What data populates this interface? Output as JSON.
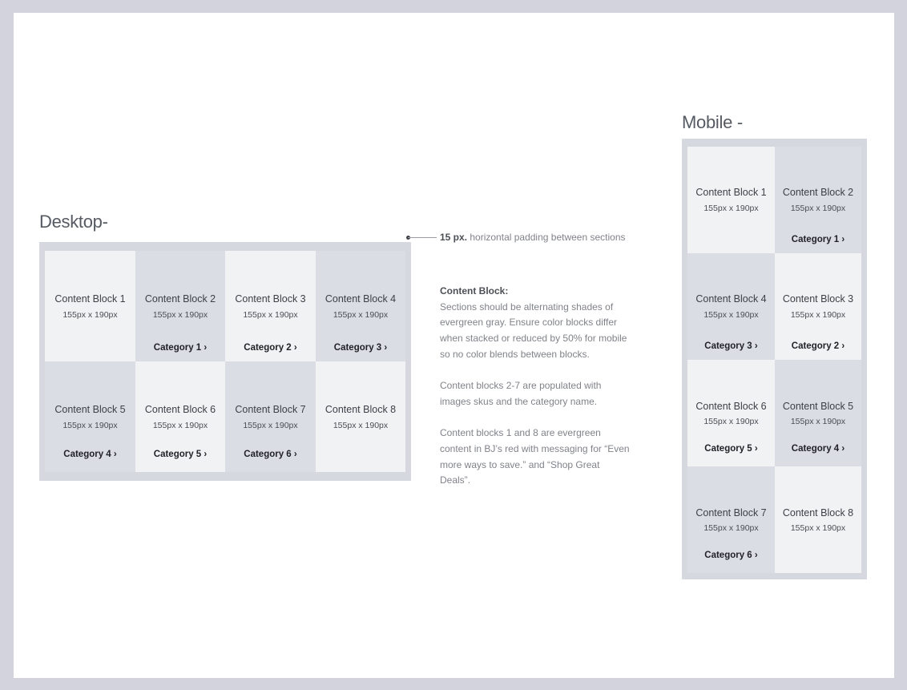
{
  "desktop": {
    "heading": "Desktop-",
    "blocks": [
      {
        "title": "Content Block 1",
        "size": "155px x 190px",
        "category": ""
      },
      {
        "title": "Content Block 2",
        "size": "155px x 190px",
        "category": "Category 1 ›"
      },
      {
        "title": "Content Block 3",
        "size": "155px x 190px",
        "category": "Category 2 ›"
      },
      {
        "title": "Content Block 4",
        "size": "155px x 190px",
        "category": "Category 3 ›"
      },
      {
        "title": "Content Block 5",
        "size": "155px x 190px",
        "category": "Category 4 ›"
      },
      {
        "title": "Content Block 6",
        "size": "155px x 190px",
        "category": "Category 5 ›"
      },
      {
        "title": "Content Block 7",
        "size": "155px x 190px",
        "category": "Category 6 ›"
      },
      {
        "title": "Content Block 8",
        "size": "155px x 190px",
        "category": ""
      }
    ]
  },
  "mobile": {
    "heading": "Mobile -",
    "blocks": [
      {
        "title": "Content Block 1",
        "size": "155px x 190px",
        "category": ""
      },
      {
        "title": "Content Block 2",
        "size": "155px x 190px",
        "category": "Category 1 ›"
      },
      {
        "title": "Content Block 4",
        "size": "155px x 190px",
        "category": "Category 3 ›"
      },
      {
        "title": "Content Block 3",
        "size": "155px x 190px",
        "category": "Category 2 ›"
      },
      {
        "title": "Content Block 6",
        "size": "155px x 190px",
        "category": "Category 5 ›"
      },
      {
        "title": "Content Block 5",
        "size": "155px x 190px",
        "category": "Category 4 ›"
      },
      {
        "title": "Content Block 7",
        "size": "155px x 190px",
        "category": "Category 6 ›"
      },
      {
        "title": "Content Block 8",
        "size": "155px x 190px",
        "category": ""
      }
    ]
  },
  "annotations": {
    "padding_value": "15 px.",
    "padding_text": "horizontal padding between sections",
    "content_block_heading": "Content Block:",
    "paragraph1": "Sections should be alternating shades of evergreen gray. Ensure color blocks differ when stacked or reduced by 50% for mobile so no color blends between blocks.",
    "paragraph2": "Content blocks 2-7 are populated with images skus and the category name.",
    "paragraph3": "Content blocks 1 and 8 are evergreen content in BJ’s red with messaging for “Even more ways to save.” and “Shop Great Deals”."
  },
  "colors": {
    "background": "#d2d3dc",
    "sheet": "#ffffff",
    "frame": "#d6d8df",
    "block_light": "#f1f2f4",
    "block_dark": "#dadde3"
  }
}
